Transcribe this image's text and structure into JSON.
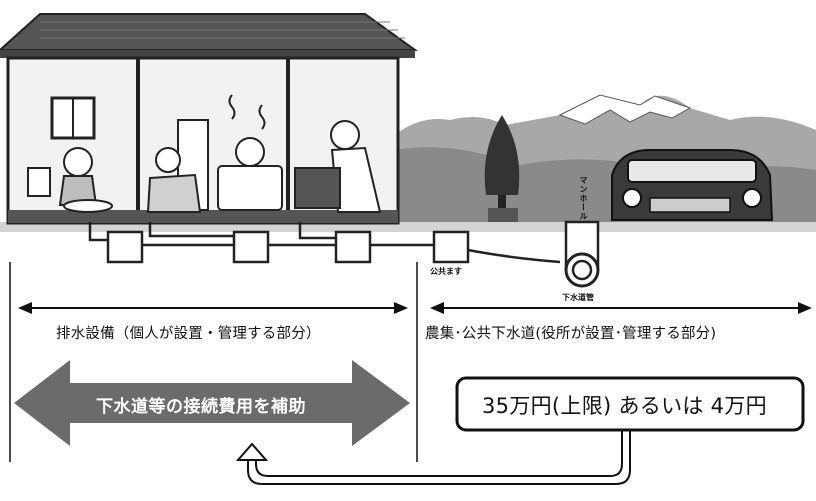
{
  "labels": {
    "manhole": "マンホール",
    "public_basin": "公共ます",
    "sewer_pipe": "下水道管"
  },
  "captions": {
    "left": "排水設備（個人が設置・管理する部分）",
    "right": "農集･公共下水道(役所が設置･管理する部分)"
  },
  "subsidy": {
    "arrow_label": "下水道等の接続費用を補助",
    "amount": "35万円(上限) あるいは 4万円"
  },
  "colors": {
    "arrow_fill": "#6b6b6b",
    "line": "#111111",
    "mountain": "#9a9a9a",
    "ground": "#cfcfcf"
  }
}
